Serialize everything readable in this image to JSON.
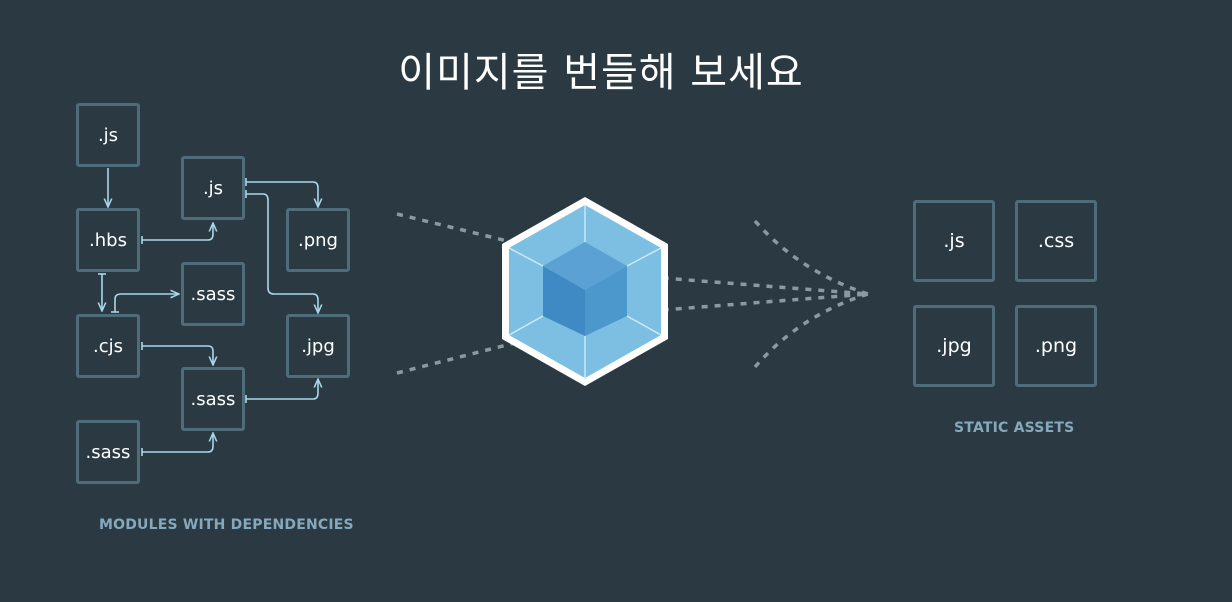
{
  "title": "이미지를 번들해 보세요",
  "modules": [
    {
      "id": "m-js-top",
      "label": ".js"
    },
    {
      "id": "m-js-mid",
      "label": ".js"
    },
    {
      "id": "m-hbs",
      "label": ".hbs"
    },
    {
      "id": "m-png",
      "label": ".png"
    },
    {
      "id": "m-sass-1",
      "label": ".sass"
    },
    {
      "id": "m-cjs",
      "label": ".cjs"
    },
    {
      "id": "m-jpg",
      "label": ".jpg"
    },
    {
      "id": "m-sass-2",
      "label": ".sass"
    },
    {
      "id": "m-sass-3",
      "label": ".sass"
    }
  ],
  "modules_caption": "MODULES WITH DEPENDENCIES",
  "assets": [
    {
      "id": "a-js",
      "label": ".js"
    },
    {
      "id": "a-css",
      "label": ".css"
    },
    {
      "id": "a-jpg",
      "label": ".jpg"
    },
    {
      "id": "a-png",
      "label": ".png"
    }
  ],
  "assets_caption": "STATIC ASSETS",
  "colors": {
    "background": "#2b3a42",
    "box_border": "#4f6c7b",
    "arrow": "#a9d6ea",
    "caption": "#86a8bd",
    "cube_outer": "#8ed6fb",
    "cube_inner": "#1c78c0",
    "dotted": "#8a9aa3"
  }
}
